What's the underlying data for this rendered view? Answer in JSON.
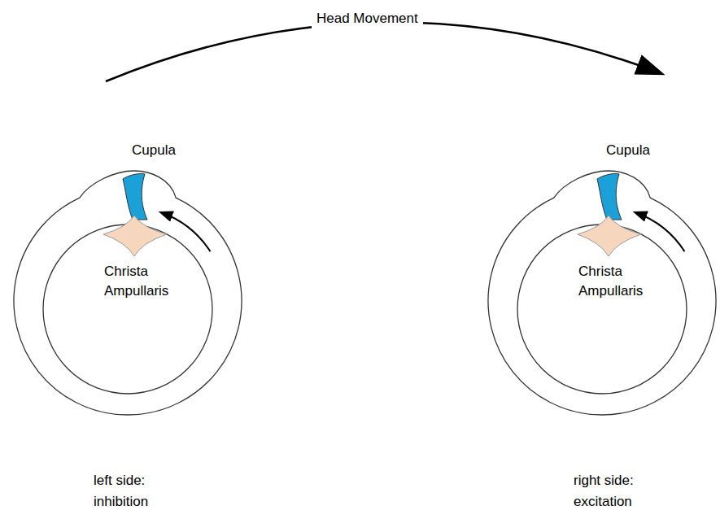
{
  "diagram": {
    "nodes": [
      {
        "text": [
          "Cupula",
          "Christa Ampullaris"
        ]
      },
      {
        "text": [
          "Cupula",
          "Christa Ampullaris"
        ]
      }
    ],
    "labels": [
      "Head Movement",
      "left side: inhibition",
      "right side: excitation"
    ]
  }
}
